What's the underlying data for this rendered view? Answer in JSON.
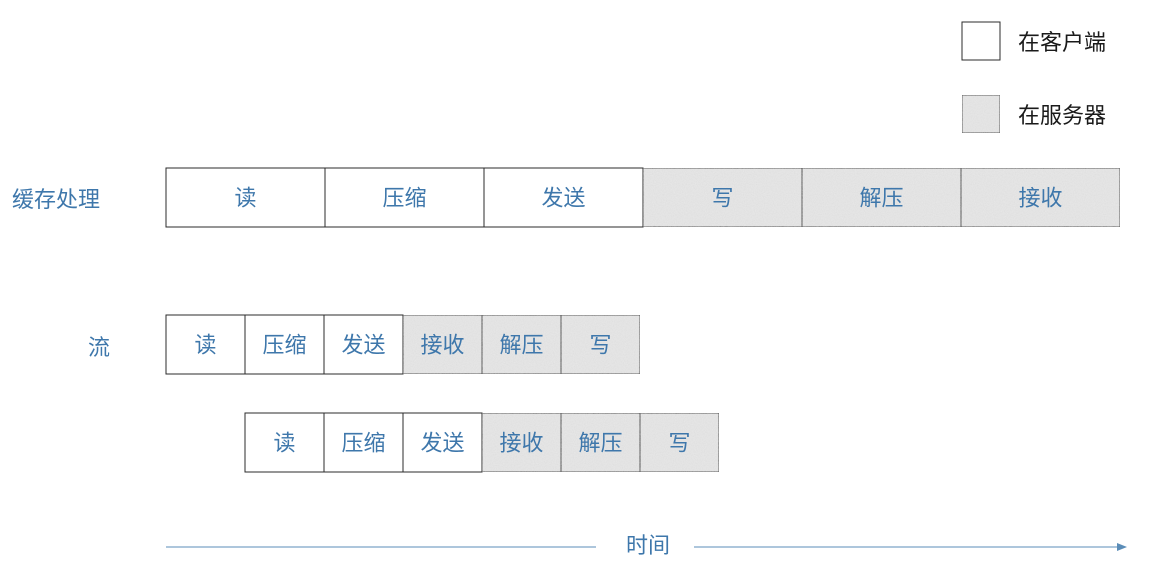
{
  "legend": {
    "client_label": "在客户端",
    "server_label": "在服务器"
  },
  "rows": [
    {
      "label": "缓存处理",
      "steps": [
        {
          "label": "读",
          "side": "client"
        },
        {
          "label": "压缩",
          "side": "client"
        },
        {
          "label": "发送",
          "side": "client"
        },
        {
          "label": "写",
          "side": "server"
        },
        {
          "label": "解压",
          "side": "server"
        },
        {
          "label": "接收",
          "side": "server"
        }
      ]
    },
    {
      "label": "流",
      "steps": [
        {
          "label": "读",
          "side": "client"
        },
        {
          "label": "压缩",
          "side": "client"
        },
        {
          "label": "发送",
          "side": "client"
        },
        {
          "label": "接收",
          "side": "server"
        },
        {
          "label": "解压",
          "side": "server"
        },
        {
          "label": "写",
          "side": "server"
        }
      ]
    },
    {
      "label": "",
      "steps": [
        {
          "label": "读",
          "side": "client"
        },
        {
          "label": "压缩",
          "side": "client"
        },
        {
          "label": "发送",
          "side": "client"
        },
        {
          "label": "接收",
          "side": "server"
        },
        {
          "label": "解压",
          "side": "server"
        },
        {
          "label": "写",
          "side": "server"
        }
      ]
    }
  ],
  "timeline": {
    "label": "时间"
  },
  "colors": {
    "text_blue": "#3e77ab",
    "server_fill": "#e9e9e9",
    "client_fill": "#ffffff",
    "border": "#2b2b2b",
    "arrow": "#5b8db8"
  }
}
